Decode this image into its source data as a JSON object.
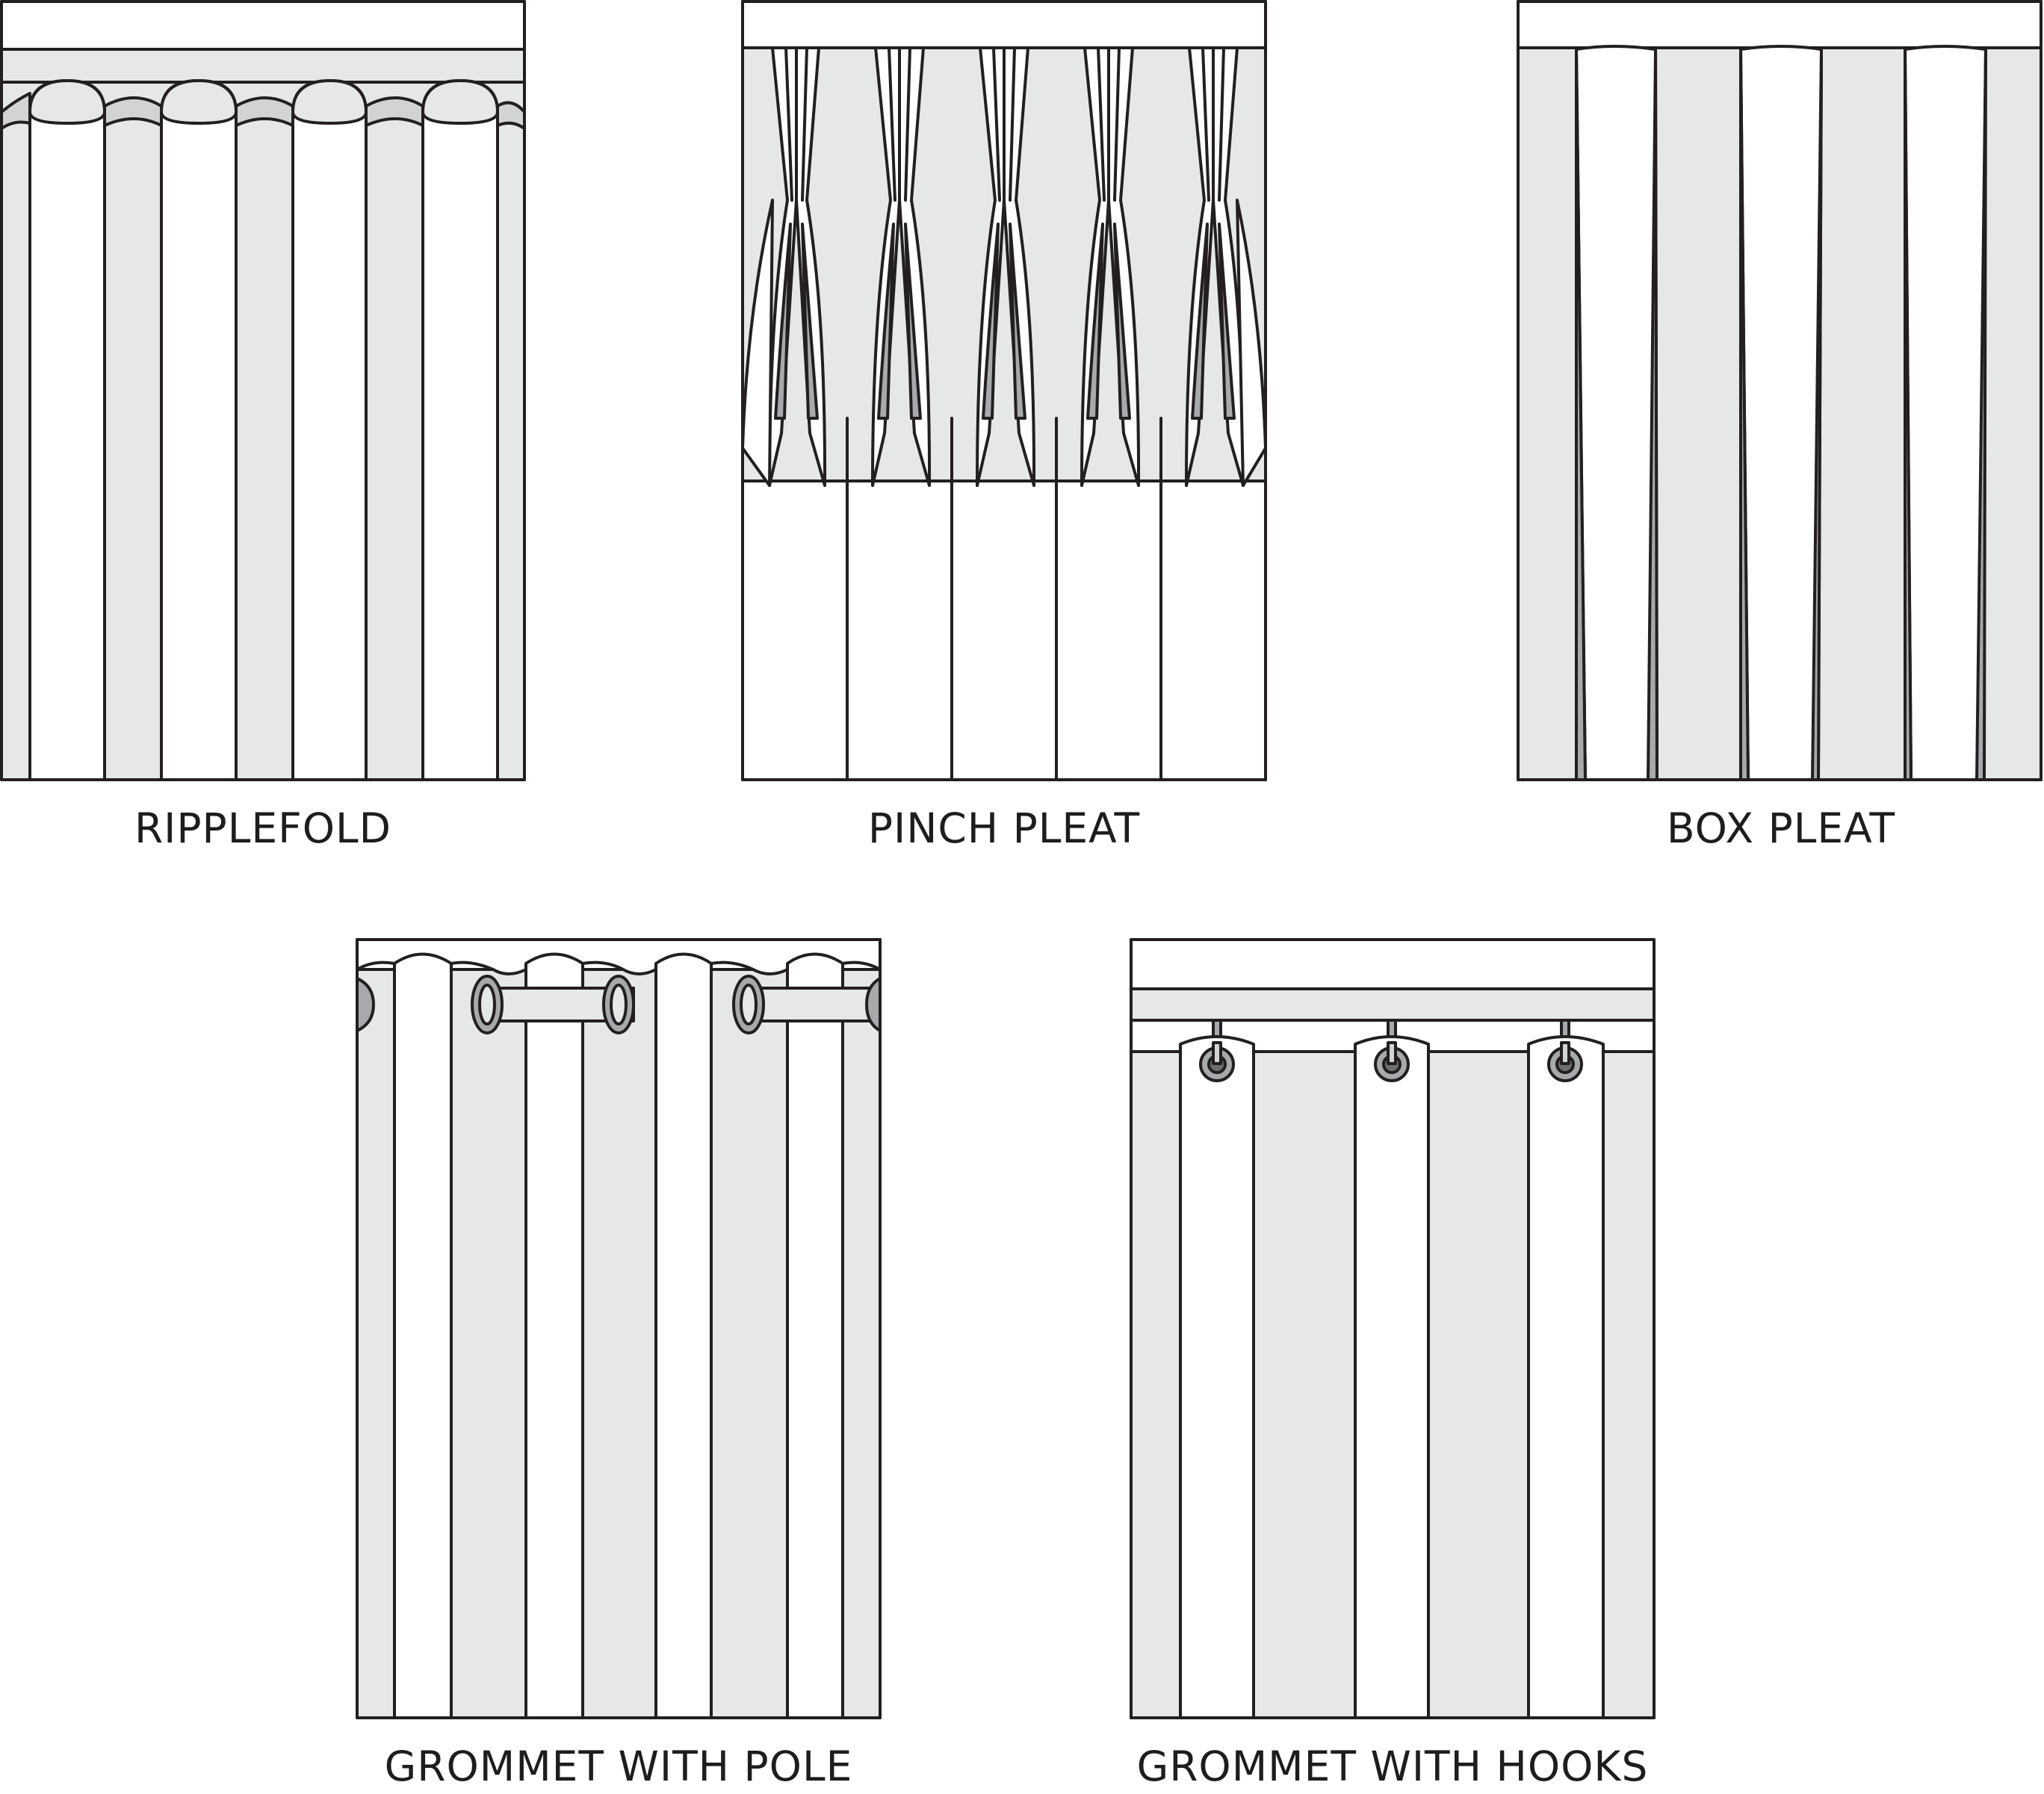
{
  "labels": {
    "ripplefold": "RIPPLEFOLD",
    "pinch_pleat": "PINCH PLEAT",
    "box_pleat": "BOX PLEAT",
    "grommet_with_pole": "GROMMET WITH POLE",
    "grommet_with_hooks": "GROMMET WITH HOOKS"
  },
  "colors": {
    "line": "#231f20",
    "fabric_shadow": "#e6e7e8",
    "fabric_light": "#ffffff",
    "fold_dark": "#a7a9ac",
    "pleat_gray": "#d1d3d4"
  }
}
